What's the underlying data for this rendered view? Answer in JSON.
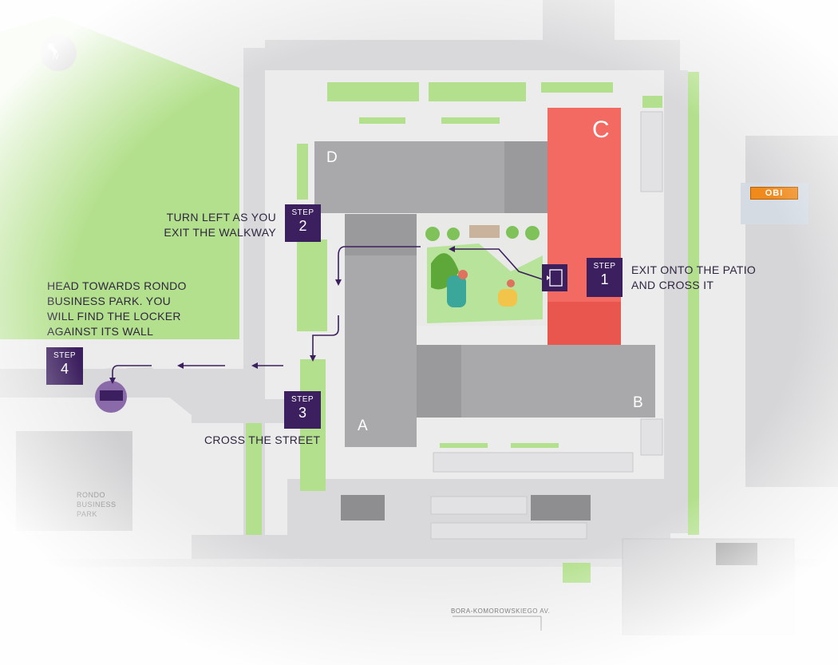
{
  "compass": {
    "label": "N"
  },
  "buildings": {
    "a": "A",
    "b": "B",
    "c": "C",
    "d": "D"
  },
  "steps": [
    {
      "word": "STEP",
      "number": "1",
      "instruction_line1": "EXIT ONTO THE PATIO",
      "instruction_line2": "AND CROSS IT"
    },
    {
      "word": "STEP",
      "number": "2",
      "instruction_line1": "TURN LEFT AS YOU",
      "instruction_line2": "EXIT THE WALKWAY"
    },
    {
      "word": "STEP",
      "number": "3",
      "instruction_line1": "CROSS THE STREET"
    },
    {
      "word": "STEP",
      "number": "4",
      "instruction_line1": "HEAD TOWARDS RONDO",
      "instruction_line2": "BUSINESS PARK. YOU",
      "instruction_line3": "WILL FIND THE LOCKER",
      "instruction_line4": "AGAINST ITS WALL"
    }
  ],
  "places": {
    "rondo_line1": "RONDO",
    "rondo_line2": "BUSINESS",
    "rondo_line3": "PARK",
    "street": "BORA-KOMOROWSKIEGO AV.",
    "store_sign": "OBI"
  },
  "colors": {
    "route": "#3c1f5e",
    "building": "#a9a9ab",
    "building_c": "#f26a62",
    "grass": "#b3e08c",
    "road": "#d4d4d6",
    "locker": "#8a6aa8"
  }
}
